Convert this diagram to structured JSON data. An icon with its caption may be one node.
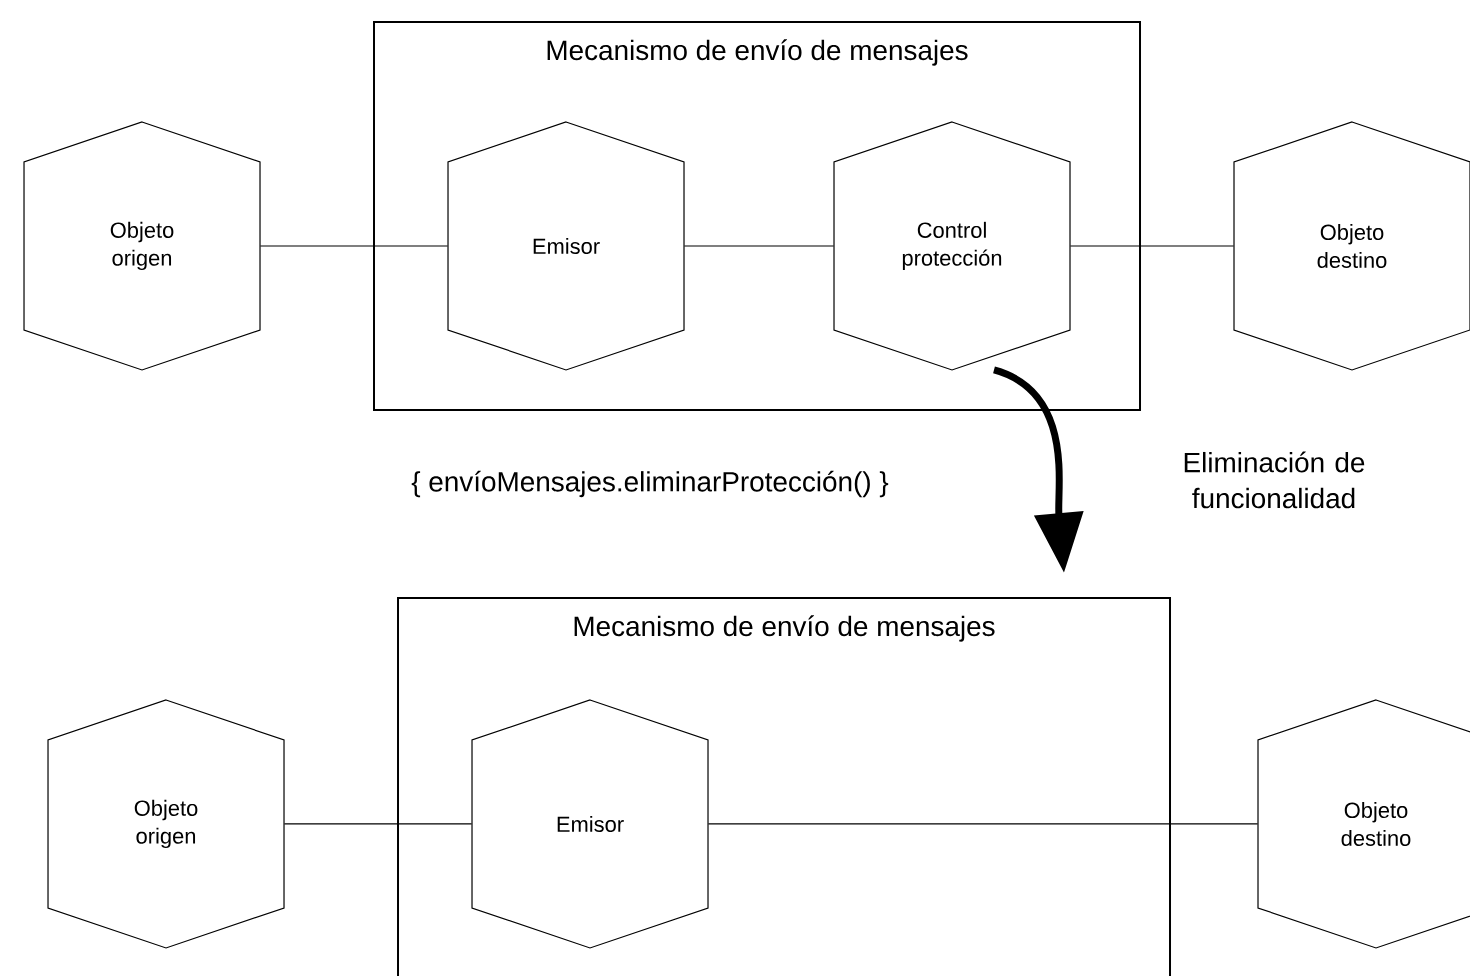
{
  "diagram": {
    "nodes": [
      {
        "text": [
          "Mecanismo de envío de mensajes"
        ]
      },
      {
        "text": [
          "Objeto origen"
        ]
      },
      {
        "text": [
          "Emisor"
        ],
        "in": 0
      },
      {
        "text": [
          "Control protección"
        ],
        "in": 0
      },
      {
        "text": [
          "Objeto destino"
        ]
      },
      {
        "text": [
          "Mecanismo de envío de mensajes"
        ]
      },
      {
        "text": [
          "Objeto origen"
        ]
      },
      {
        "text": [
          "Emisor"
        ],
        "in": 5
      },
      {
        "text": [
          "Objeto destino"
        ]
      }
    ],
    "edges": [
      {
        "from": 1,
        "to": 2,
        "arrow": "none"
      },
      {
        "from": 2,
        "to": 3,
        "arrow": "none"
      },
      {
        "from": 3,
        "to": 4,
        "arrow": "none"
      },
      {
        "from": 3,
        "to": 5,
        "arrow": "to",
        "style": "thick"
      },
      {
        "from": 6,
        "to": 7,
        "arrow": "none"
      },
      {
        "from": 7,
        "to": 8,
        "arrow": "none"
      }
    ],
    "labels": [
      "{ envíoMensajes.eliminarProtección() }",
      "Eliminación de funcionalidad"
    ]
  }
}
